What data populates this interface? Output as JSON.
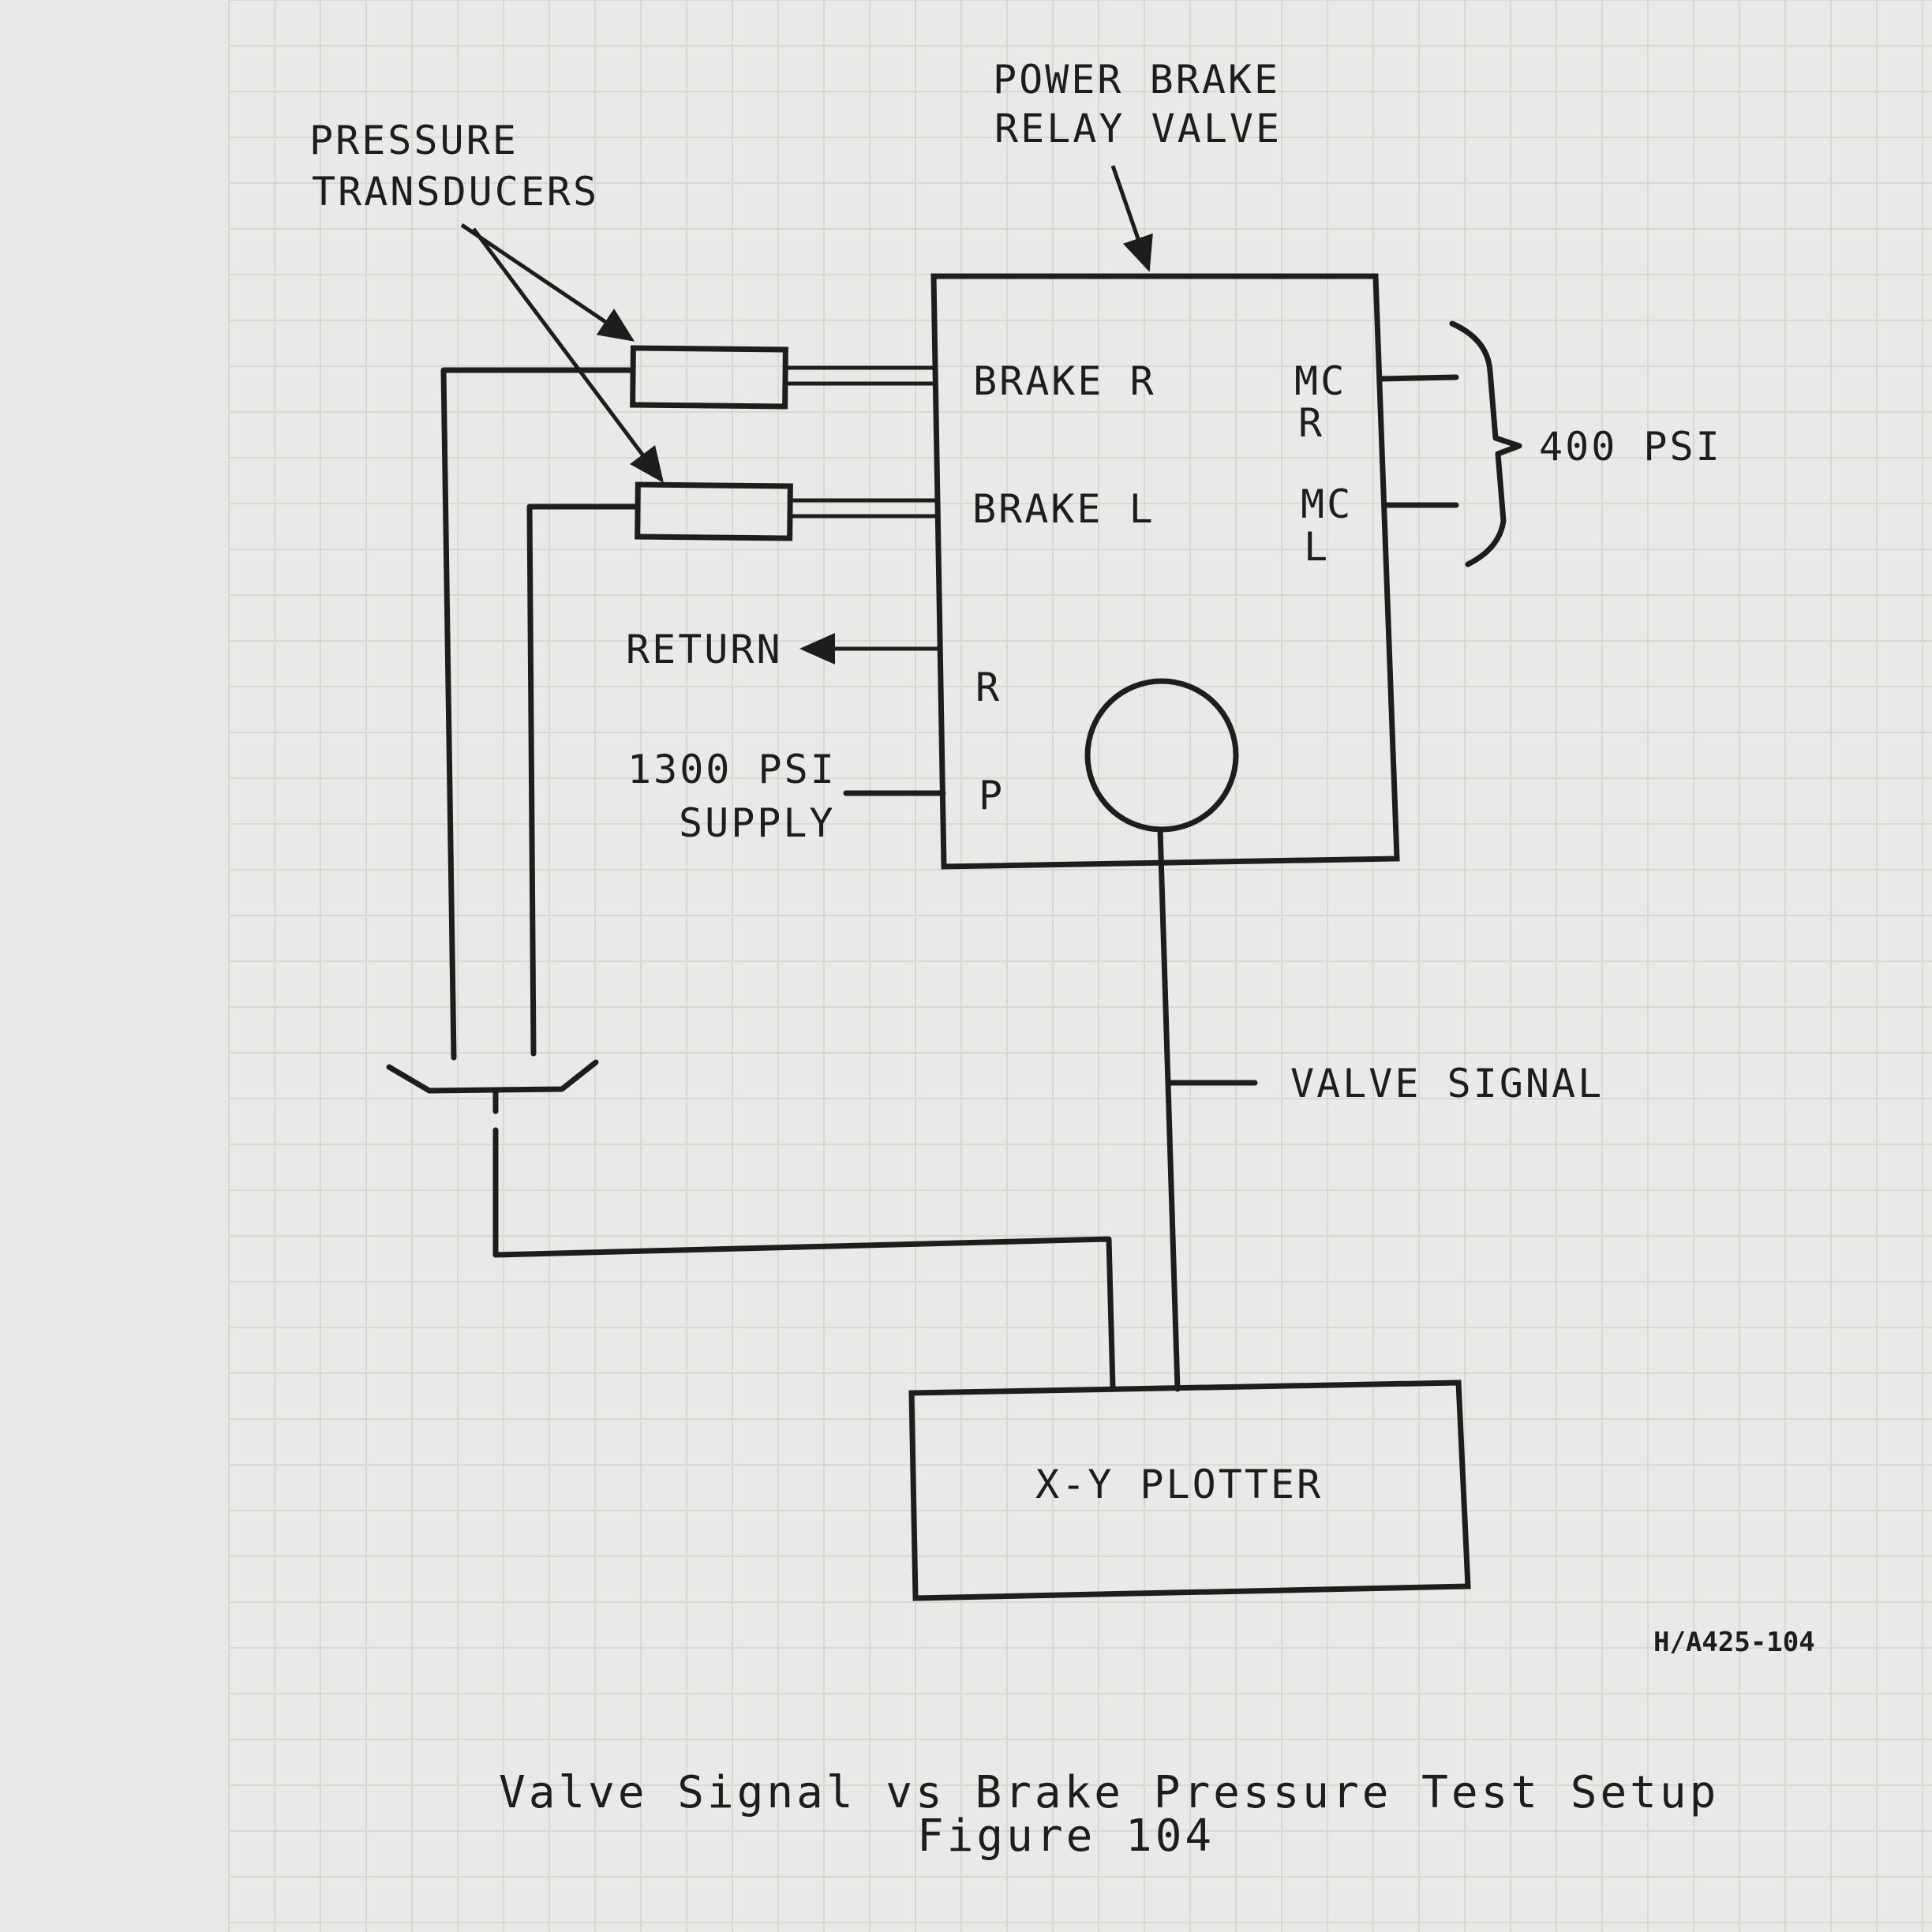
{
  "labels": {
    "power_brake_line1": "POWER BRAKE",
    "power_brake_line2": "RELAY VALVE",
    "transducers_line1": "PRESSURE",
    "transducers_line2": "TRANSDUCERS",
    "brake_r": "BRAKE R",
    "brake_l": "BRAKE L",
    "mc_r_line1": "MC",
    "mc_r_line2": "R",
    "mc_l_line1": "MC",
    "mc_l_line2": "L",
    "psi_400": "400 PSI",
    "return": "RETURN",
    "port_r": "R",
    "port_p": "P",
    "supply_line1": "1300 PSI",
    "supply_line2": "SUPPLY",
    "valve_signal": "VALVE SIGNAL",
    "plotter": "X-Y PLOTTER",
    "drawing_number": "H/A425-104"
  },
  "caption": {
    "title": "Valve Signal vs Brake Pressure Test Setup",
    "figure": "Figure 104"
  }
}
